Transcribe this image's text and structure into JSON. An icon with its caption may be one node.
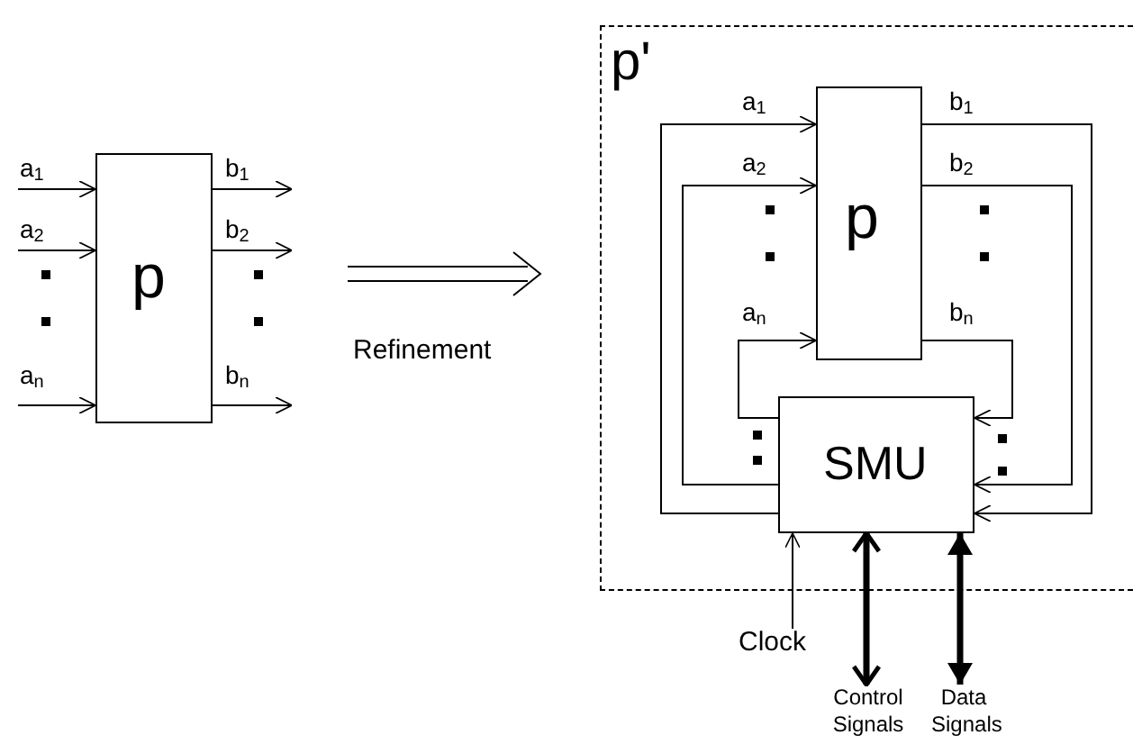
{
  "diagram": {
    "nodes": [
      {
        "text": [
          "p"
        ]
      },
      {
        "text": [
          "p'"
        ]
      },
      {
        "text": [
          "p"
        ],
        "in": 1
      },
      {
        "text": [
          "SMU"
        ],
        "in": 1
      },
      {
        "text": [
          "Clock"
        ]
      },
      {
        "text": [
          "Control Signals"
        ]
      },
      {
        "text": [
          "Data Signals"
        ]
      }
    ],
    "edges": [
      {
        "from": null,
        "to": 0,
        "arrow": "to",
        "label": "a$_{1}$"
      },
      {
        "from": null,
        "to": 0,
        "arrow": "to",
        "label": "a$_{2}$"
      },
      {
        "from": null,
        "to": 0,
        "arrow": "to",
        "label": "a$_{n}$"
      },
      {
        "from": 0,
        "to": null,
        "arrow": "to",
        "label": "b$_{1}$"
      },
      {
        "from": 0,
        "to": null,
        "arrow": "to",
        "label": "b$_{2}$"
      },
      {
        "from": 0,
        "to": null,
        "arrow": "to",
        "label": "b$_{n}$"
      },
      {
        "from": 2,
        "to": 3,
        "arrow": "to",
        "label": "b$_{1}$"
      },
      {
        "from": 2,
        "to": 3,
        "arrow": "to",
        "label": "b$_{2}$"
      },
      {
        "from": 2,
        "to": 3,
        "arrow": "to",
        "label": "b$_{n}$"
      },
      {
        "from": 3,
        "to": 2,
        "arrow": "to",
        "label": "a$_{1}$"
      },
      {
        "from": 3,
        "to": 2,
        "arrow": "to",
        "label": "a$_{2}$"
      },
      {
        "from": 3,
        "to": 2,
        "arrow": "to",
        "label": "a$_{n}$"
      },
      {
        "from": 4,
        "to": 3,
        "arrow": "to"
      },
      {
        "from": 3,
        "to": 5,
        "arrow": "both",
        "style": "thick"
      },
      {
        "from": 3,
        "to": 6,
        "arrow": "both",
        "style": "thick"
      }
    ],
    "labels": [
      "Refinement"
    ]
  }
}
